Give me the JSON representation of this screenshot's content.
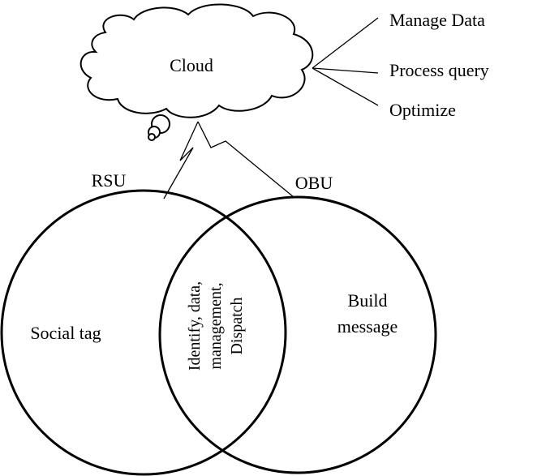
{
  "cloud": {
    "label": "Cloud"
  },
  "cloud_functions": [
    "Manage Data",
    "Process query",
    "Optimize"
  ],
  "rsu": {
    "label": "RSU",
    "function": "Social tag"
  },
  "obu": {
    "label": "OBU",
    "function_line1": "Build",
    "function_line2": "message"
  },
  "shared": {
    "line1": "Identify, data,",
    "line2": "management,",
    "line3": "Dispatch"
  }
}
